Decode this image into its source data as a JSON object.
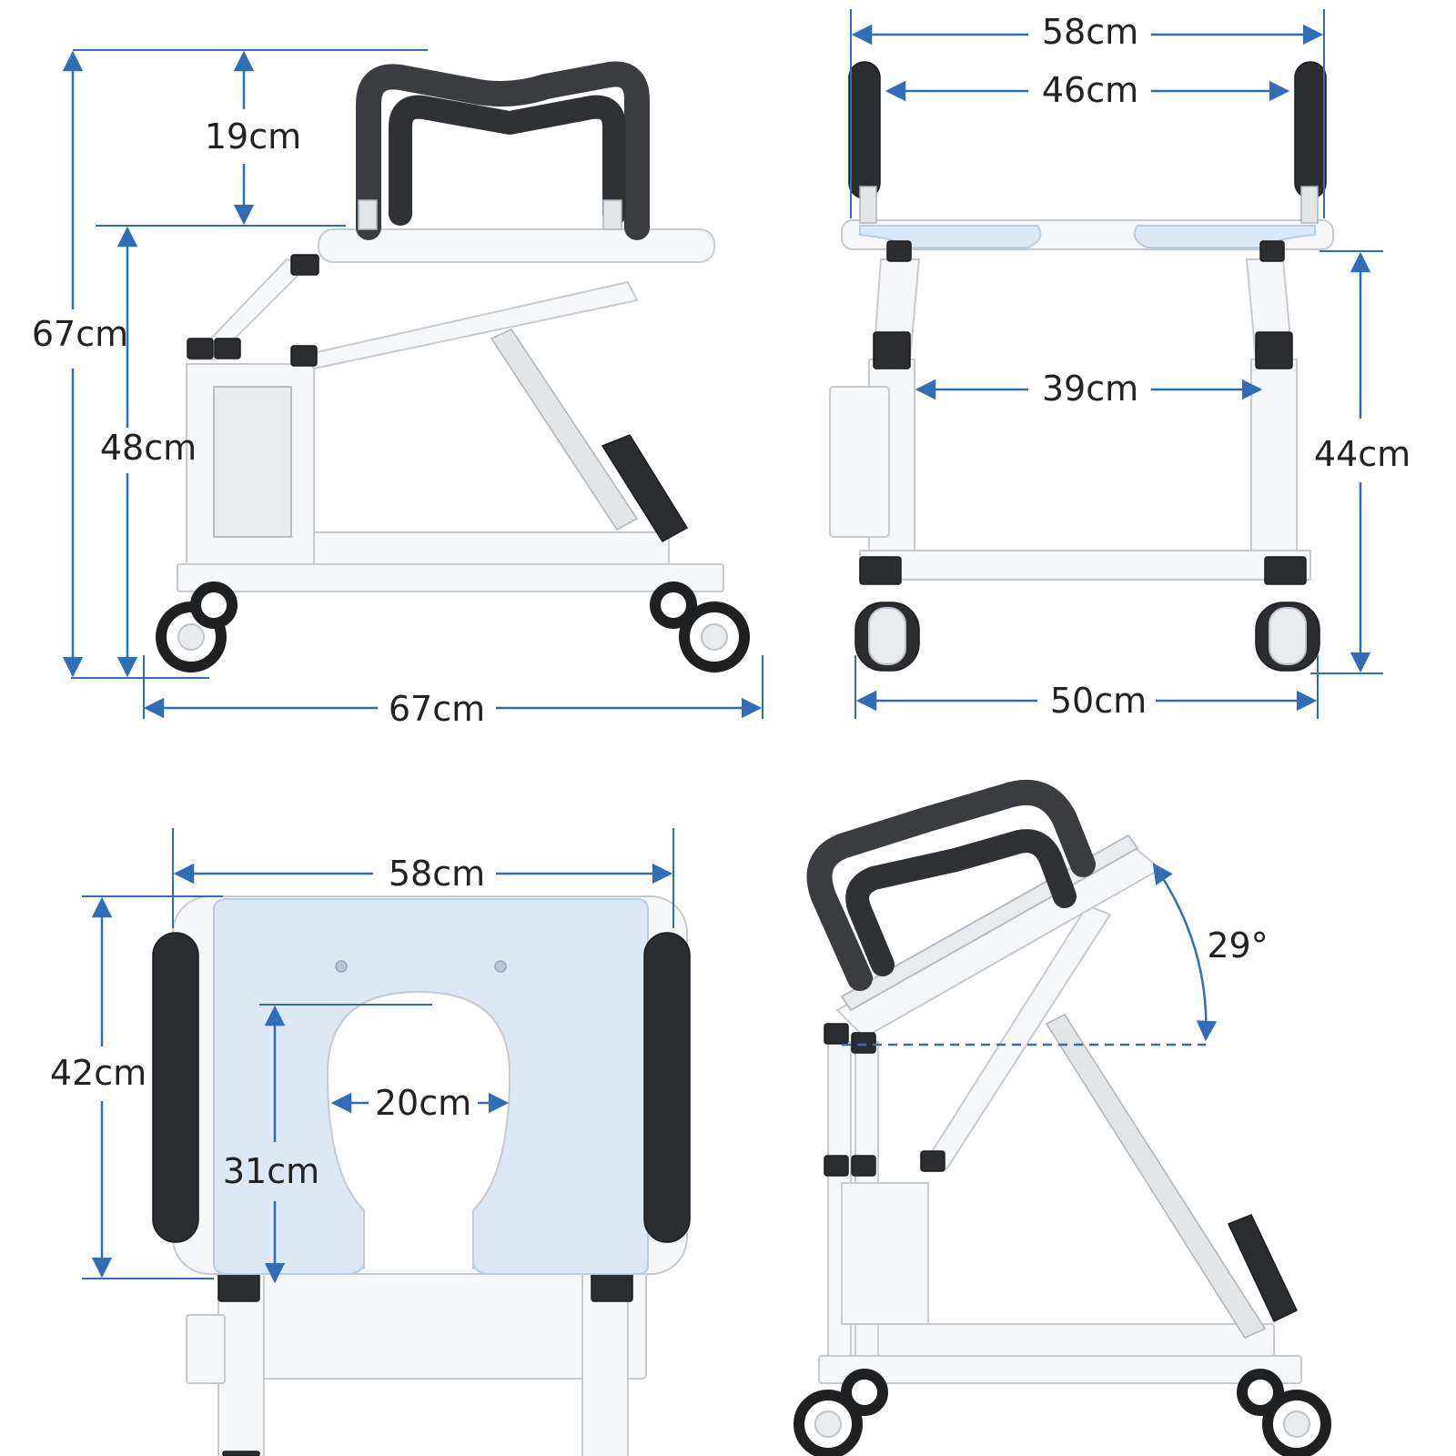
{
  "panels": {
    "side_view": {
      "dims": {
        "overall_height": "67cm",
        "handle_height": "19cm",
        "seat_height": "48cm",
        "length": "67cm"
      }
    },
    "front_view": {
      "dims": {
        "outer_width": "58cm",
        "inner_width": "46cm",
        "frame_inner_width": "39cm",
        "seat_height": "44cm",
        "base_width": "50cm"
      }
    },
    "top_view": {
      "dims": {
        "width": "58cm",
        "depth": "42cm",
        "opening_width": "20cm",
        "opening_depth": "31cm"
      }
    },
    "tilt_view": {
      "dims": {
        "tilt_angle": "29°"
      }
    }
  },
  "colors": {
    "dimension_line": "#2f6db5",
    "seat_pad": "#dce9f5",
    "armrest": "#2f3135",
    "frame": "#f6f7f8"
  }
}
